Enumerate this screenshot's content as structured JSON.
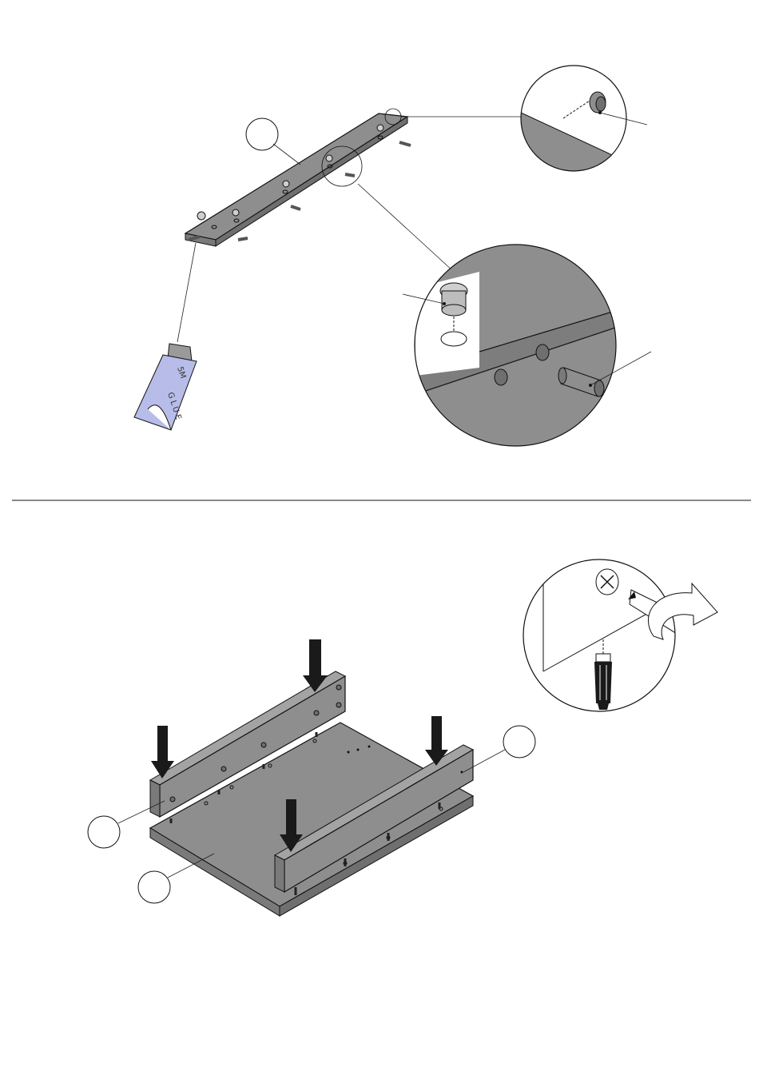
{
  "sheet": {
    "glue_tube": {
      "brand_text": "GLUE",
      "size_text": "5M"
    }
  },
  "colors": {
    "panel_fill": "#8e8e8e",
    "panel_edge": "#6f6f6f",
    "panel_top": "#a3a3a3",
    "outline": "#111111",
    "callout_line": "#222222",
    "glue_tube_body": "#b8bce8",
    "glue_tube_cap": "#9a9a9a",
    "arrow": "#1a1a1a",
    "white": "#ffffff"
  },
  "icons": [
    "part-callout-circle",
    "cam-lock-icon",
    "dowel-icon",
    "screw-icon",
    "glue-tube-icon",
    "screwdriver-icon",
    "push-down-arrow-icon",
    "rotate-arrow-icon"
  ]
}
